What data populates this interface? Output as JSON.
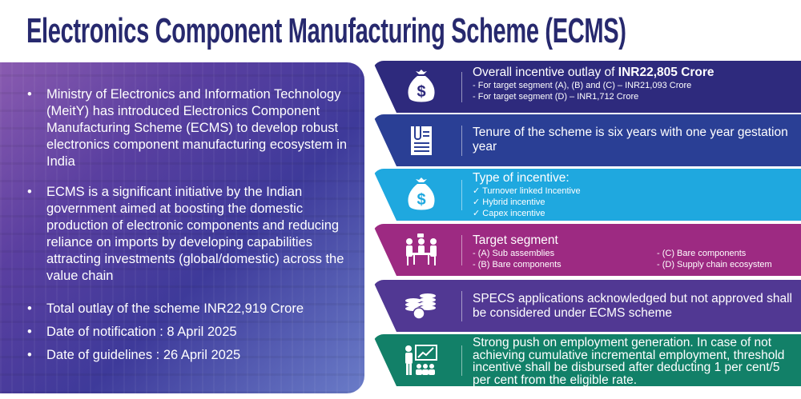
{
  "title": "Electronics Component Manufacturing Scheme (ECMS)",
  "left_panel": {
    "bullets": [
      "Ministry of Electronics and Information Technology (MeitY) has introduced Electronics Component Manufacturing Scheme (ECMS) to develop robust electronics component manufacturing ecosystem in India",
      "ECMS is a significant initiative by the Indian government aimed at boosting the domestic production of electronic components and reducing reliance on imports by developing capabilities attracting investments (global/domestic) across the value chain",
      "Total outlay of the scheme INR22,919 Crore",
      "Date of notification : 8 April 2025",
      "Date of guidelines : 26 April 2025"
    ]
  },
  "bands": [
    {
      "icon": "money-bag-icon",
      "heading_prefix": "Overall incentive outlay of ",
      "heading_bold": "INR22,805 Crore",
      "lines": [
        "- For target segment (A), (B) and (C) – INR21,093 Crore",
        "- For target segment (D) – INR1,712 Crore"
      ]
    },
    {
      "icon": "document-clip-icon",
      "heading": "Tenure of the scheme is six years with one year gestation year"
    },
    {
      "icon": "money-bag-icon",
      "heading": "Type of incentive:",
      "lines": [
        "✓ Turnover linked Incentive",
        "✓ Hybrid incentive",
        "✓ Capex incentive"
      ]
    },
    {
      "icon": "meeting-people-icon",
      "heading": "Target segment",
      "col1": [
        "-   (A) Sub assemblies",
        "-   (B) Bare components"
      ],
      "col2": [
        "- (C) Bare components",
        "- (D) Supply chain ecosystem"
      ]
    },
    {
      "icon": "coin-stacks-icon",
      "heading": "SPECS applications acknowledged but not approved shall be considered under ECMS scheme"
    },
    {
      "icon": "presentation-audience-icon",
      "heading": "Strong push on employment generation. In case of not achieving cumulative incremental employment, threshold incentive shall be disbursed after deducting  1 per cent/5 per cent from the eligible rate."
    }
  ]
}
